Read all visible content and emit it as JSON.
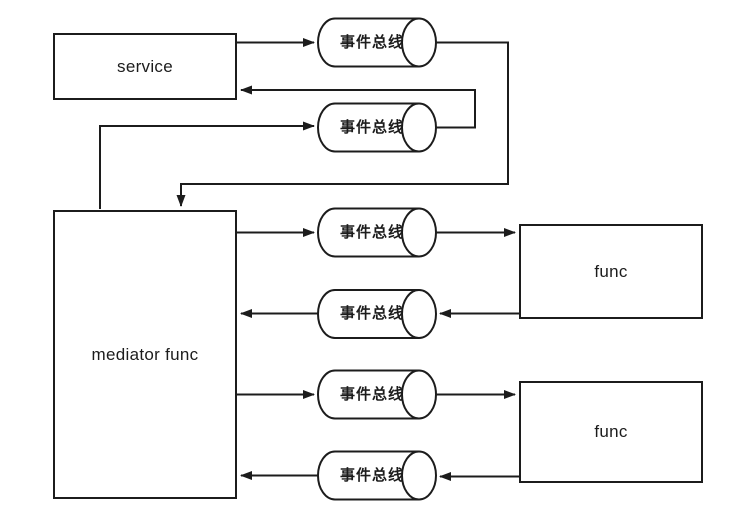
{
  "canvas": {
    "background": "#ffffff",
    "stroke_color": "#1c1c1c",
    "text_color": "#1c1c1c"
  },
  "nodes": {
    "service": {
      "label": "service"
    },
    "mediator": {
      "label": "mediator func"
    },
    "func_top": {
      "label": "func"
    },
    "func_bottom": {
      "label": "func"
    }
  },
  "buses": [
    {
      "label": "事件总线"
    },
    {
      "label": "事件总线"
    },
    {
      "label": "事件总线"
    },
    {
      "label": "事件总线"
    },
    {
      "label": "事件总线"
    },
    {
      "label": "事件总线"
    }
  ],
  "edges": [
    {
      "from": "service",
      "to": "bus-1"
    },
    {
      "from": "bus-1",
      "to": "mediator"
    },
    {
      "from": "mediator",
      "to": "bus-2"
    },
    {
      "from": "bus-2",
      "to": "service"
    },
    {
      "from": "mediator",
      "to": "bus-3"
    },
    {
      "from": "bus-3",
      "to": "func-top"
    },
    {
      "from": "func-top",
      "to": "bus-4"
    },
    {
      "from": "bus-4",
      "to": "mediator"
    },
    {
      "from": "mediator",
      "to": "bus-5"
    },
    {
      "from": "bus-5",
      "to": "func-bottom"
    },
    {
      "from": "func-bottom",
      "to": "bus-6"
    },
    {
      "from": "bus-6",
      "to": "mediator"
    }
  ]
}
